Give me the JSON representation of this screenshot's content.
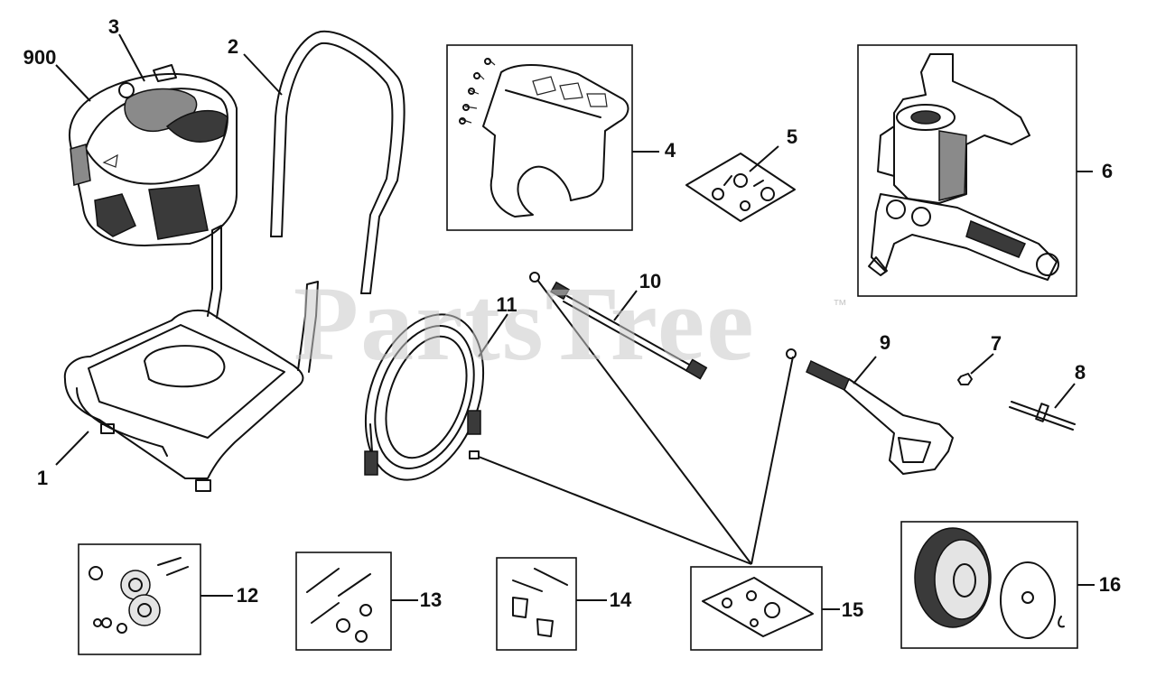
{
  "watermark": {
    "text": "PartsTree",
    "trademark": "™"
  },
  "callouts": {
    "c900": "900",
    "c1": "1",
    "c2": "2",
    "c3": "3",
    "c4": "4",
    "c5": "5",
    "c6": "6",
    "c7": "7",
    "c8": "8",
    "c9": "9",
    "c10": "10",
    "c11": "11",
    "c12": "12",
    "c13": "13",
    "c14": "14",
    "c15": "15",
    "c16": "16"
  }
}
